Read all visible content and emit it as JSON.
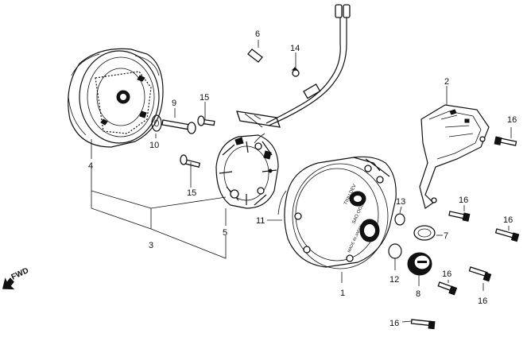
{
  "diagram": {
    "direction_label": "FWD",
    "cover_stamp_lines": [
      "TINU DEV",
      "SAO OOE",
      "MADE IN JAPAN"
    ],
    "callouts": [
      {
        "id": "c1",
        "text": "1"
      },
      {
        "id": "c2",
        "text": "2"
      },
      {
        "id": "c3",
        "text": "3"
      },
      {
        "id": "c4",
        "text": "4"
      },
      {
        "id": "c5",
        "text": "5"
      },
      {
        "id": "c6",
        "text": "6"
      },
      {
        "id": "c7",
        "text": "7"
      },
      {
        "id": "c8",
        "text": "8"
      },
      {
        "id": "c9",
        "text": "9"
      },
      {
        "id": "c10",
        "text": "10"
      },
      {
        "id": "c11",
        "text": "11"
      },
      {
        "id": "c12",
        "text": "12"
      },
      {
        "id": "c13",
        "text": "13"
      },
      {
        "id": "c14",
        "text": "14"
      },
      {
        "id": "c15a",
        "text": "15"
      },
      {
        "id": "c15b",
        "text": "15"
      },
      {
        "id": "c16a",
        "text": "16"
      },
      {
        "id": "c16b",
        "text": "16"
      },
      {
        "id": "c16c",
        "text": "16"
      },
      {
        "id": "c16d",
        "text": "16"
      },
      {
        "id": "c16e",
        "text": "16"
      },
      {
        "id": "c16f",
        "text": "16"
      }
    ]
  }
}
